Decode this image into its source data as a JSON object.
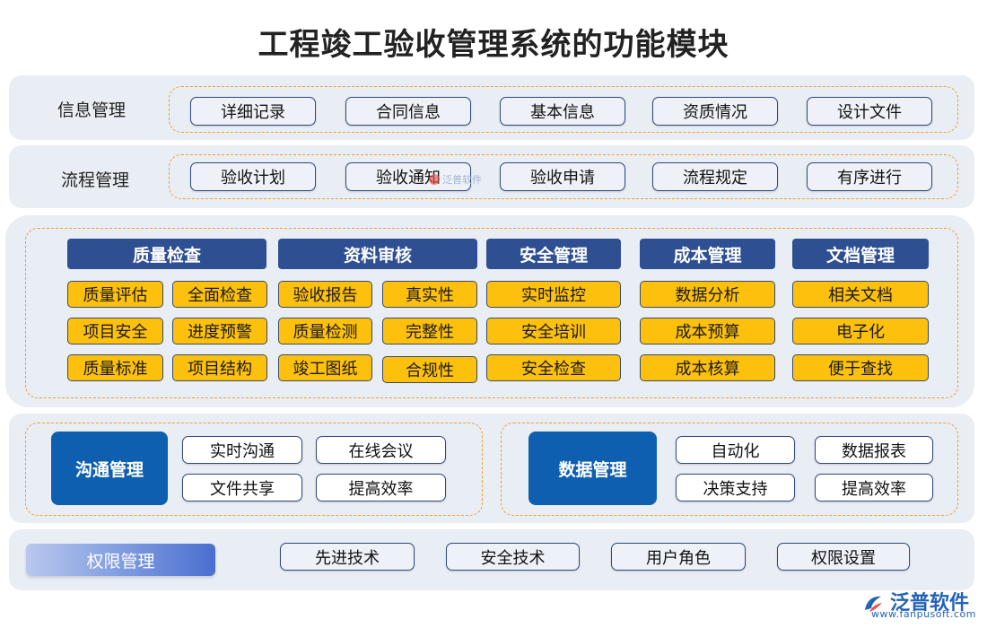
{
  "title": "工程竣工验收管理系统的功能模块",
  "info": {
    "label": "信息管理",
    "items": [
      "详细记录",
      "合同信息",
      "基本信息",
      "资质情况",
      "设计文件"
    ]
  },
  "process": {
    "label": "流程管理",
    "items": [
      "验收计划",
      "验收通知",
      "验收申请",
      "流程规定",
      "有序进行"
    ]
  },
  "modules": [
    {
      "header": "质量检查",
      "items": [
        "质量评估",
        "全面检查",
        "项目安全",
        "进度预警",
        "质量标准",
        "项目结构"
      ]
    },
    {
      "header": "资料审核",
      "items": [
        "验收报告",
        "真实性",
        "质量检测",
        "完整性",
        "竣工图纸",
        "合规性"
      ]
    },
    {
      "header": "安全管理",
      "items": [
        "实时监控",
        "安全培训",
        "安全检查"
      ]
    },
    {
      "header": "成本管理",
      "items": [
        "数据分析",
        "成本预算",
        "成本核算"
      ]
    },
    {
      "header": "文档管理",
      "items": [
        "相关文档",
        "电子化",
        "便于查找"
      ]
    }
  ],
  "communication": {
    "label": "沟通管理",
    "items": [
      "实时沟通",
      "在线会议",
      "文件共享",
      "提高效率"
    ]
  },
  "data_mgmt": {
    "label": "数据管理",
    "items": [
      "自动化",
      "数据报表",
      "决策支持",
      "提高效率"
    ]
  },
  "permission": {
    "label": "权限管理",
    "items": [
      "先进技术",
      "安全技术",
      "用户角色",
      "权限设置"
    ]
  },
  "watermark": "泛普软件",
  "logo": {
    "name": "泛普软件",
    "url": "www.fanpusoft.com"
  },
  "colors": {
    "header_blue": "#2e4f91",
    "chip_yellow": "#fdc00c",
    "box_blue": "#0f5fb0",
    "dash_orange": "#f0a030"
  }
}
